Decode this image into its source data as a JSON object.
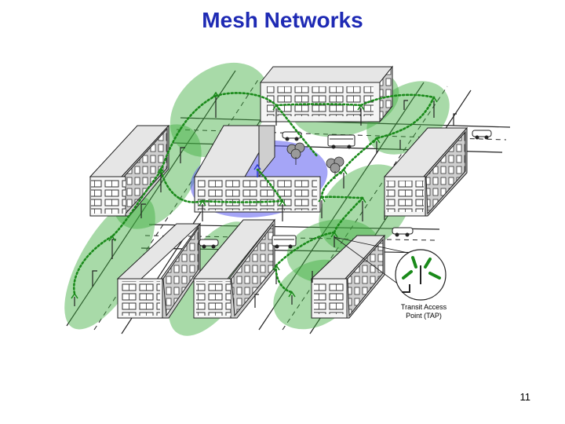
{
  "slide": {
    "title": "Mesh Networks",
    "page_number": "11"
  },
  "diagram": {
    "tap_label_line1": "Transit Access",
    "tap_label_line2": "Point (TAP)"
  },
  "colors": {
    "title": "#1e2ab4",
    "coverage": "#3fae3f",
    "highlight_coverage": "#6a6af0",
    "mesh_link": "#1a8a1a"
  },
  "icons": [
    "building",
    "street-pole",
    "car",
    "bus",
    "tree",
    "antenna"
  ]
}
